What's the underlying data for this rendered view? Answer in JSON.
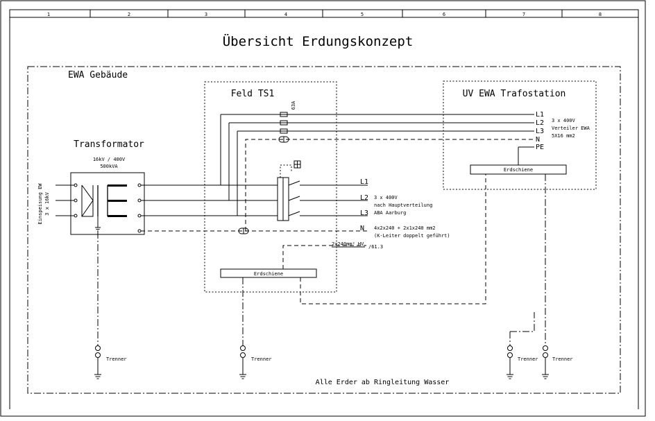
{
  "frame": {
    "columns": [
      "1",
      "2",
      "3",
      "4",
      "5",
      "6",
      "7",
      "8"
    ]
  },
  "title": "Übersicht Erdungskonzept",
  "building_label": "EWA Gebäude",
  "transformer": {
    "title": "Transformator",
    "rating_line1": "16kV / 400V",
    "rating_line2": "500kVA",
    "feed_line1": "Einspeisung EW",
    "feed_line2": "3 x 16kV"
  },
  "feld": {
    "title": "Feld TS1",
    "fuse": "63A",
    "busbar": "Erdschiene"
  },
  "uv": {
    "title": "UV EWA Trafostation",
    "phases": [
      "L1",
      "L2",
      "L3",
      "N",
      "PE"
    ],
    "note1": "3 x 400V",
    "note2": "Verteiler EWA",
    "note3": "5X16 mm2",
    "busbar": "Erdschiene"
  },
  "lines": {
    "l1": "L1",
    "l2": "L2",
    "l3": "L3",
    "n": "N",
    "note1": "3 x 400V",
    "note2": "nach Hauptverteilung",
    "note3": "ABA Aarburg",
    "n_note1": "4x2x240 + 2x1x240 mm2",
    "n_note2": "(K-Leiter doppelt geführt)",
    "pe_cable": "2x240mm² HV",
    "pe_ref": "/61.3"
  },
  "disconnector_label": "Trenner",
  "footer": "Alle Erder ab Ringleitung Wasser"
}
